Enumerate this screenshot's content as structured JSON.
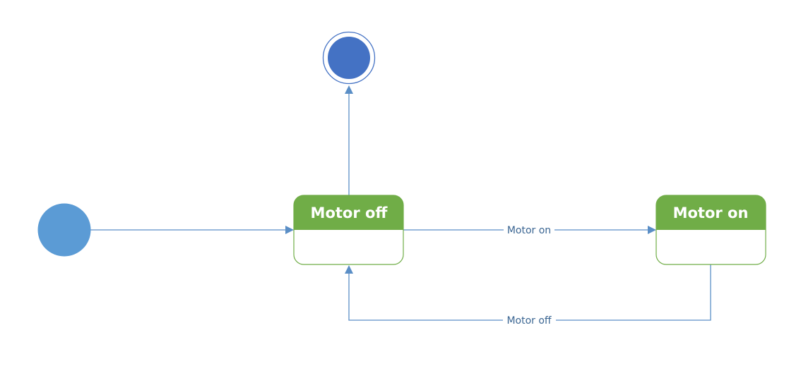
{
  "diagram": {
    "states": [
      {
        "id": "motor-off",
        "title": "Motor off"
      },
      {
        "id": "motor-on",
        "title": "Motor on"
      }
    ],
    "transitions": [
      {
        "from": "initial",
        "to": "motor-off",
        "label": ""
      },
      {
        "from": "motor-off",
        "to": "motor-on",
        "label": "Motor on"
      },
      {
        "from": "motor-on",
        "to": "motor-off",
        "label": "Motor off"
      },
      {
        "from": "motor-off",
        "to": "final",
        "label": ""
      }
    ]
  },
  "colors": {
    "initial_node": "#5b9bd5",
    "final_node": "#4472c4",
    "state_header": "#70ad47",
    "state_border": "#70ad47",
    "edge": "#5a8ec6",
    "label": "#3a6592"
  }
}
